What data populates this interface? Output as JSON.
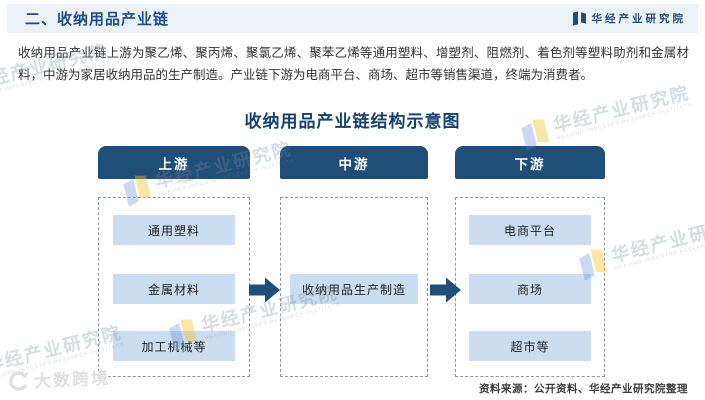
{
  "header": {
    "title": "二、收纳用品产业链",
    "brand": "华经产业研究院"
  },
  "intro": "收纳用品产业链上游为聚乙烯、聚丙烯、聚氯乙烯、聚苯乙烯等通用塑料、增塑剂、阻燃剂、着色剂等塑料助剂和金属材料，中游为家居收纳用品的生产制造。产业链下游为电商平台、商场、超市等销售渠道，终端为消费者。",
  "diagram": {
    "title": "收纳用品产业链结构示意图",
    "columns": [
      {
        "header": "上游",
        "items": [
          "通用塑料",
          "金属材料",
          "加工机械等"
        ]
      },
      {
        "header": "中游",
        "items": [
          "收纳用品生产制造"
        ]
      },
      {
        "header": "下游",
        "items": [
          "电商平台",
          "商场",
          "超市等"
        ]
      }
    ]
  },
  "source": "资料来源：公开资料、华经产业研究院整理",
  "watermark": {
    "cn": "华经产业研究院",
    "en": "HUAJING INDUSTRY RESEARCH INSTITUTE",
    "corner": "大数跨境"
  },
  "colors": {
    "accent_dark_blue": "#1F4E79",
    "item_box_fill": "#CBDDF1",
    "header_bar_bg": "#EDF2F9",
    "title_text": "#1E4E85",
    "dashed_border": "#8F959E"
  }
}
